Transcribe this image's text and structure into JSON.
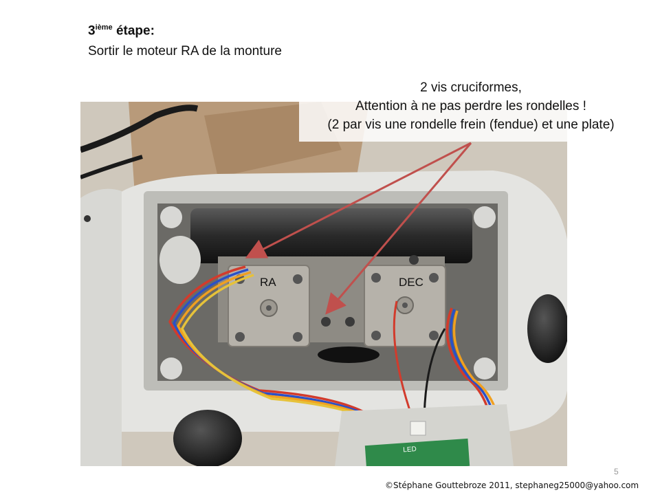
{
  "slide": {
    "step_num": "3",
    "step_sup": "ième",
    "step_word": "étape:",
    "subtitle": "Sortir le moteur RA de la monture"
  },
  "callout": {
    "line1": "2 vis cruciformes,",
    "line2": "Attention à ne pas perdre les rondelles !",
    "line3": "(2 par vis une rondelle frein (fendue) et une plate)"
  },
  "photo": {
    "motor_left_label": "RA",
    "motor_right_label": "DEC",
    "board_text": "LED"
  },
  "footer": {
    "page_number": "5",
    "copyright": "©Stéphane Gouttebroze 2011, stephaneg25000@yahoo.com"
  },
  "colors": {
    "arrow": "#c0504d",
    "housing": "#e6e6e3",
    "motor": "#b4b0a8",
    "board": "#2f8a4a"
  }
}
